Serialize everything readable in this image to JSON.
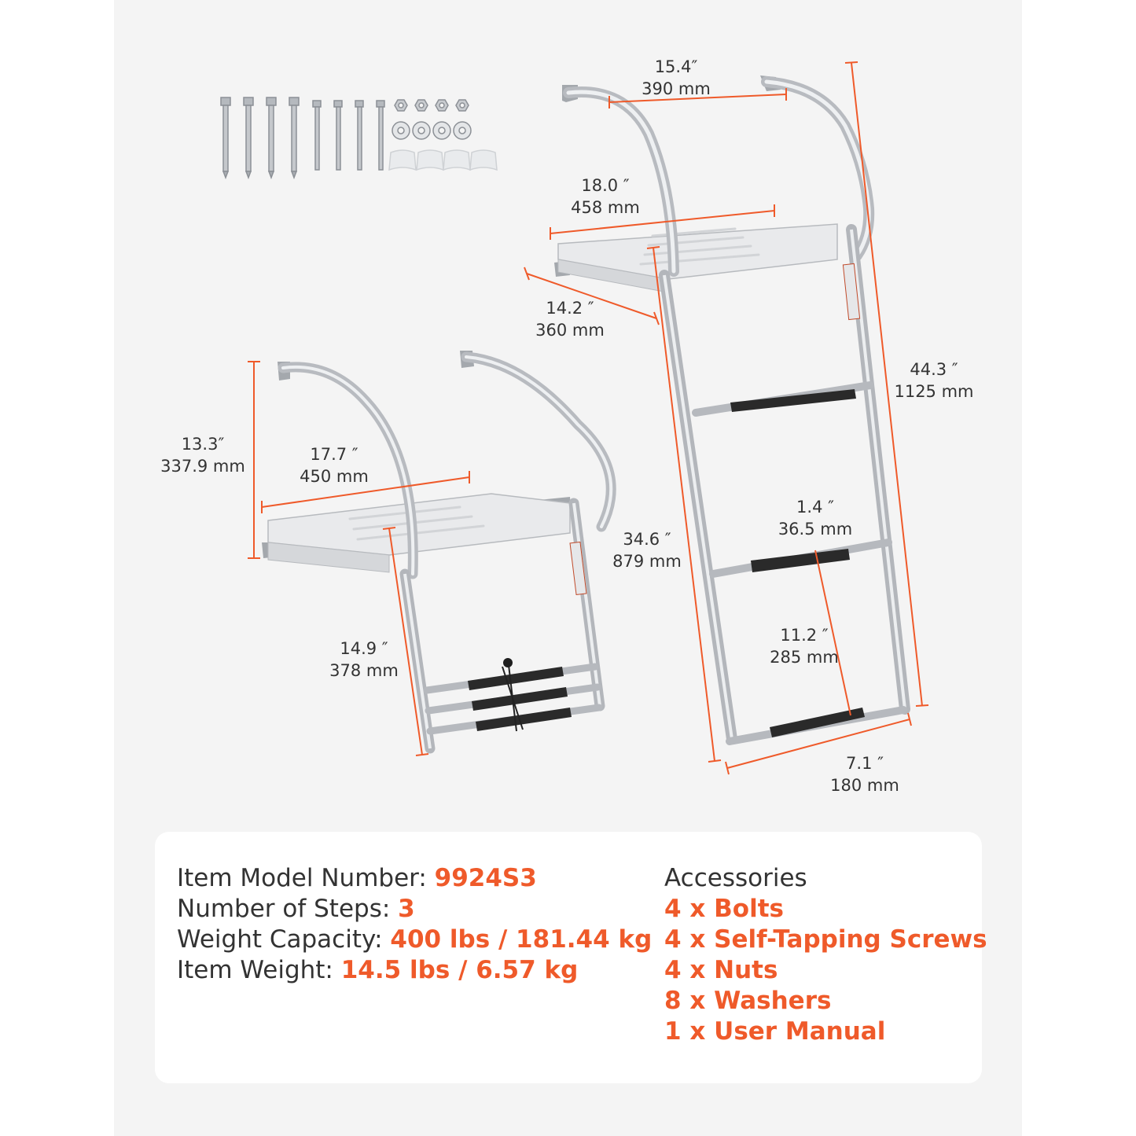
{
  "colors": {
    "accent": "#ef5a2a",
    "text": "#333333",
    "steel": "#c9ccd0",
    "platform": "#e9eaec",
    "tread": "#2a2a2a"
  },
  "dimensions": {
    "top_width": {
      "in": "15.4″",
      "mm": "390 mm"
    },
    "platform_width_l": {
      "in": "18.0 ″",
      "mm": "458 mm"
    },
    "platform_depth_l": {
      "in": "14.2 ″",
      "mm": "360 mm"
    },
    "total_height": {
      "in": "44.3 ″",
      "mm": "1125 mm"
    },
    "extended_height": {
      "in": "34.6 ″",
      "mm": "879 mm"
    },
    "step_depth": {
      "in": "1.4 ″",
      "mm": "36.5 mm"
    },
    "step_spacing": {
      "in": "11.2 ″",
      "mm": "285 mm"
    },
    "step_width": {
      "in": "7.1 ″",
      "mm": "180 mm"
    },
    "rail_height_s": {
      "in": "13.3″",
      "mm": "337.9 mm"
    },
    "platform_width_s": {
      "in": "17.7 ″",
      "mm": "450 mm"
    },
    "folded_height": {
      "in": "14.9 ″",
      "mm": "378 mm"
    }
  },
  "specs": [
    {
      "label": "Item Model Number: ",
      "value": "9924S3"
    },
    {
      "label": "Number of Steps: ",
      "value": "3"
    },
    {
      "label": "Weight Capacity: ",
      "value": "400 lbs / 181.44 kg"
    },
    {
      "label": "Item Weight: ",
      "value": "14.5 lbs / 6.57 kg"
    }
  ],
  "accessories": {
    "title": "Accessories",
    "items": [
      "4 x Bolts",
      "4 x Self-Tapping Screws",
      "4 x Nuts",
      "8 x Washers",
      "1 x User Manual"
    ]
  }
}
